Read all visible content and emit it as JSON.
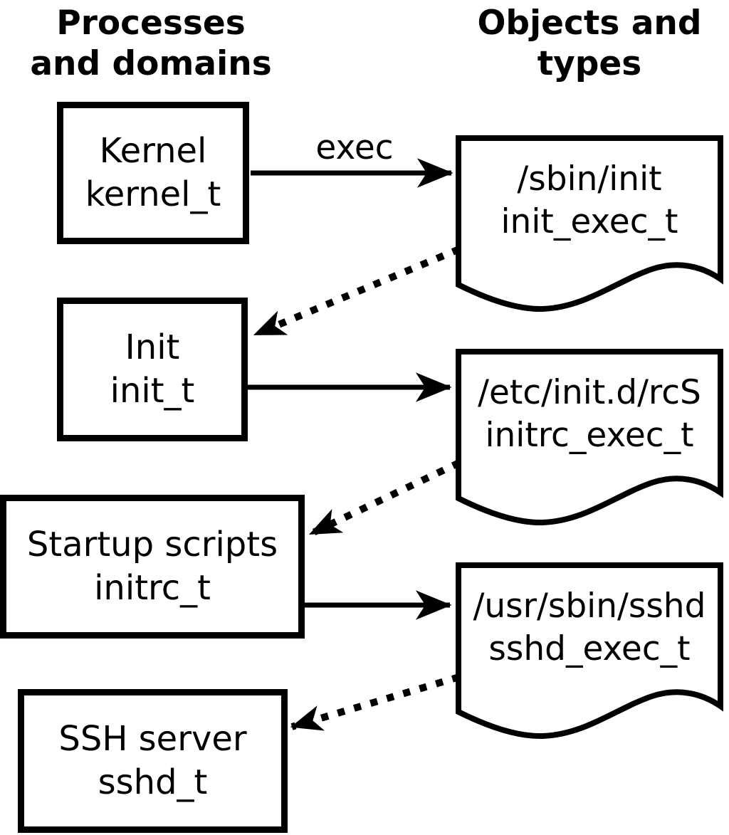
{
  "diagram": {
    "title_left": {
      "line1": "Processes",
      "line2": "and domains"
    },
    "title_right": {
      "line1": "Objects and",
      "line2": "types"
    },
    "processes": [
      {
        "name": "Kernel",
        "type": "kernel_t"
      },
      {
        "name": "Init",
        "type": "init_t"
      },
      {
        "name": "Startup scripts",
        "type": "initrc_t"
      },
      {
        "name": "SSH server",
        "type": "sshd_t"
      }
    ],
    "objects": [
      {
        "path": "/sbin/init",
        "type": "init_exec_t"
      },
      {
        "path": "/etc/init.d/rcS",
        "type": "initrc_exec_t"
      },
      {
        "path": "/usr/sbin/sshd",
        "type": "sshd_exec_t"
      }
    ],
    "edges": [
      {
        "from": "kernel_t",
        "to": "init_exec_t",
        "label": "exec",
        "style": "solid"
      },
      {
        "from": "init_exec_t",
        "to": "init_t",
        "label": "",
        "style": "dotted"
      },
      {
        "from": "init_t",
        "to": "initrc_exec_t",
        "label": "",
        "style": "solid"
      },
      {
        "from": "initrc_exec_t",
        "to": "initrc_t",
        "label": "",
        "style": "dotted"
      },
      {
        "from": "initrc_t",
        "to": "sshd_exec_t",
        "label": "",
        "style": "solid"
      },
      {
        "from": "sshd_exec_t",
        "to": "sshd_t",
        "label": "",
        "style": "dotted"
      }
    ],
    "colors": {
      "foreground": "#000000",
      "background": "#ffffff"
    }
  }
}
